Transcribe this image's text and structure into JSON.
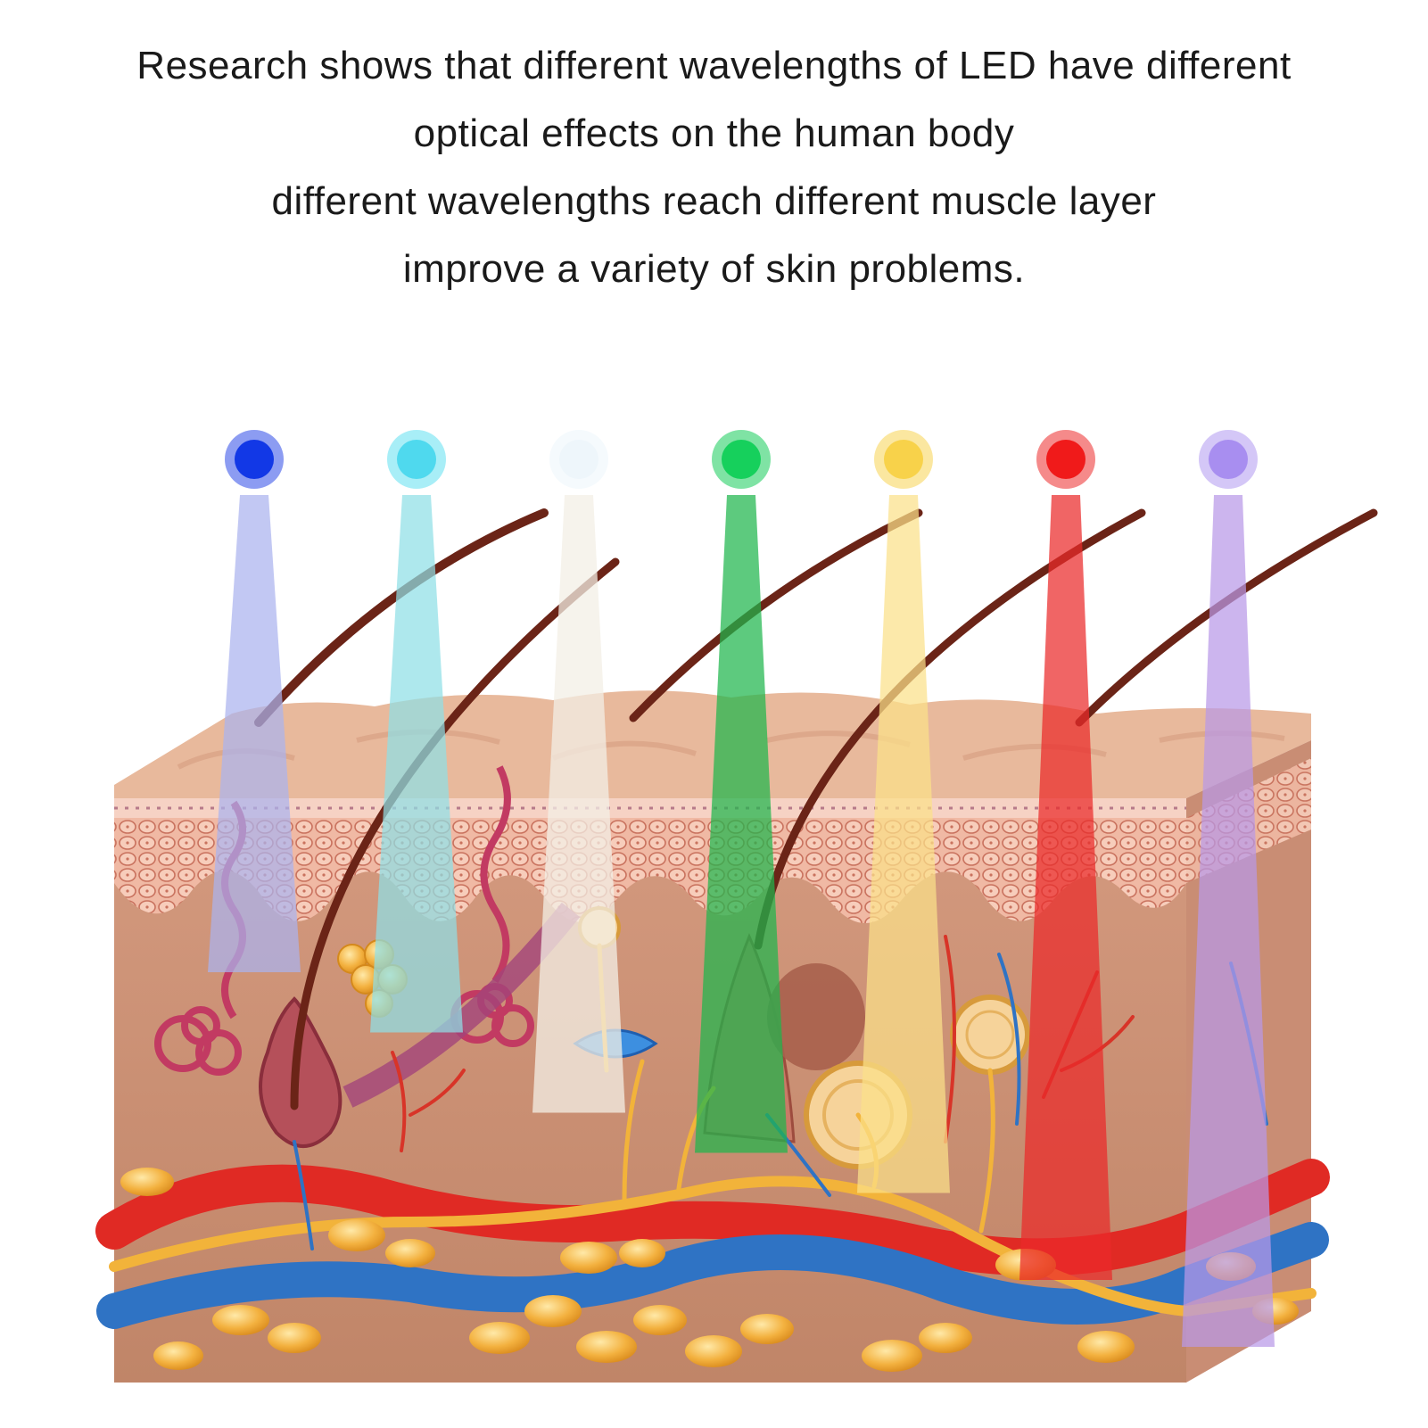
{
  "caption": {
    "lines": [
      "Research shows that different wavelengths of LED have different",
      "optical effects on the human body",
      "different wavelengths reach different muscle layer",
      "improve a variety of skin problems."
    ]
  },
  "diagram": {
    "lights": [
      {
        "name": "blue",
        "color": "#1238e6",
        "glow": "#8c9cf2",
        "beam": "#aab3ee",
        "depth": 0.16
      },
      {
        "name": "cyan",
        "color": "#4fd9ee",
        "glow": "#a8eef7",
        "beam": "#8fdfe6",
        "depth": 0.25
      },
      {
        "name": "white",
        "color": "#eef6fb",
        "glow": "#f5fafd",
        "beam": "#f3efe6",
        "depth": 0.37
      },
      {
        "name": "green",
        "color": "#16d05c",
        "glow": "#7fe3a4",
        "beam": "#1fb64c",
        "depth": 0.43
      },
      {
        "name": "yellow",
        "color": "#f8d24a",
        "glow": "#fbe7a0",
        "beam": "#fbe089",
        "depth": 0.49
      },
      {
        "name": "red",
        "color": "#f01a1a",
        "glow": "#f58a8a",
        "beam": "#ea2a2a",
        "depth": 0.62
      },
      {
        "name": "purple",
        "color": "#a88ef0",
        "glow": "#d4c7f7",
        "beam": "#b999e8",
        "depth": 0.72
      }
    ],
    "colors": {
      "skin_top": "#e8b99c",
      "skin_front": "#e9a990",
      "dermis": "#c98f73",
      "artery": "#e02a24",
      "vein": "#2f73c4",
      "nerve": "#f2b33a",
      "fat": "#f3b13f",
      "hair": "#6b2417"
    }
  }
}
